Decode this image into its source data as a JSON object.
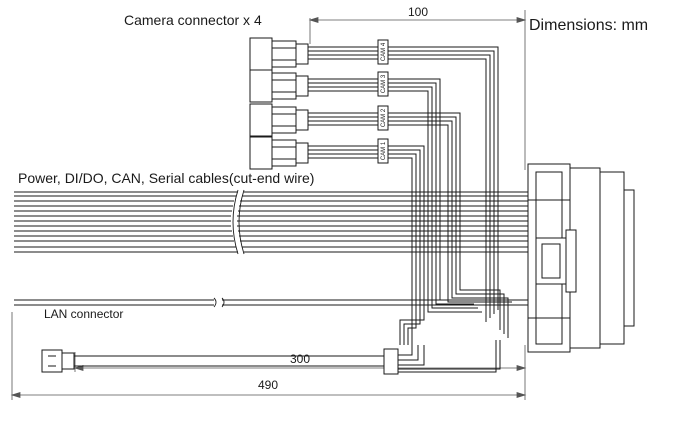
{
  "labels": {
    "camera_connector": "Camera connector x 4",
    "dimensions_unit": "Dimensions: mm",
    "cables": "Power, DI/DO, CAN, Serial cables(cut-end wire)",
    "lan_connector": "LAN connector"
  },
  "dimensions": {
    "top": "100",
    "middle": "300",
    "bottom": "490"
  },
  "camera_tags": [
    "CAM 4",
    "CAM 3",
    "CAM 2",
    "CAM 1"
  ],
  "colors": {
    "line": "#1a1a1a",
    "dim_line": "#555555"
  }
}
